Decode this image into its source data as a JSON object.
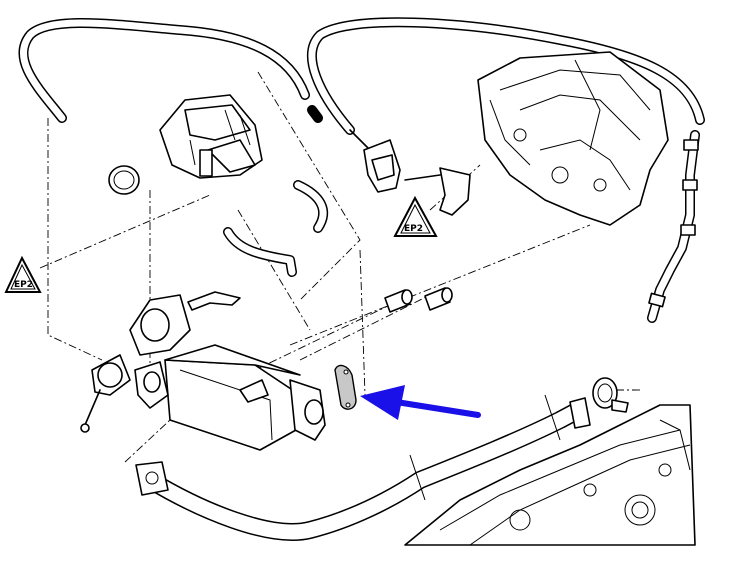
{
  "diagram": {
    "badges": [
      {
        "name": "warning-badge-left",
        "text": "EP2"
      },
      {
        "name": "warning-badge-right",
        "text": "EP2"
      }
    ],
    "arrow_color": "#1a10e8",
    "line_color": "#000000",
    "highlighted_part_color": "#c8c8c8"
  }
}
